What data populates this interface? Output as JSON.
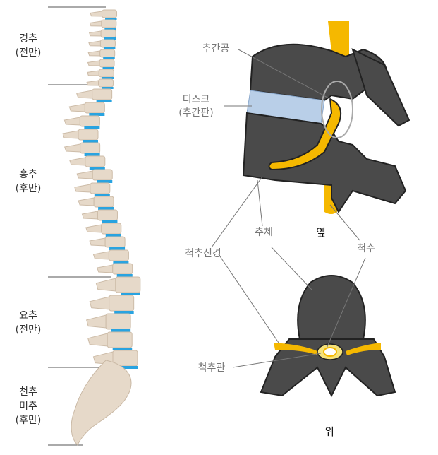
{
  "spine_regions": [
    {
      "name": "경추",
      "curve": "(전만)"
    },
    {
      "name": "흉추",
      "curve": "(후만)"
    },
    {
      "name": "요추",
      "curve": "(전만)"
    },
    {
      "name": "천추",
      "name2": "미추",
      "curve": "(후만)"
    }
  ],
  "side_labels": {
    "foramen": "추간공",
    "disc": "디스크",
    "disc_sub": "(추간판)",
    "body": "추체",
    "nerve": "척추신경",
    "cord": "척수",
    "canal": "척추관"
  },
  "views": {
    "side": "옆",
    "top": "위"
  },
  "colors": {
    "bone": "#e6d9c9",
    "disc_blue": "#29a3e0",
    "vertebra_dark": "#4a4a4a",
    "nerve_yellow": "#f5b800",
    "disc_light": "#b9cfe8"
  }
}
